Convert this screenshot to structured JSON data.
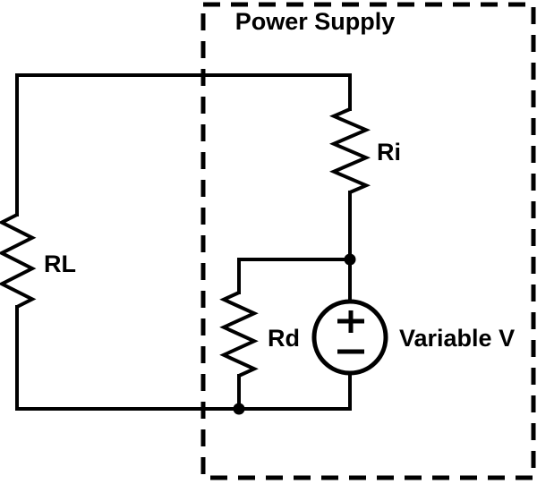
{
  "diagram": {
    "title": "Power Supply",
    "colors": {
      "line": "#000000",
      "background": "#ffffff"
    },
    "components": {
      "load_resistor": {
        "label": "RL"
      },
      "internal_resistor": {
        "label": "Ri"
      },
      "divider_resistor": {
        "label": "Rd"
      },
      "voltage_source": {
        "label": "Variable V"
      }
    },
    "icons": {
      "plus_sign": "+",
      "minus_sign": "−"
    }
  }
}
